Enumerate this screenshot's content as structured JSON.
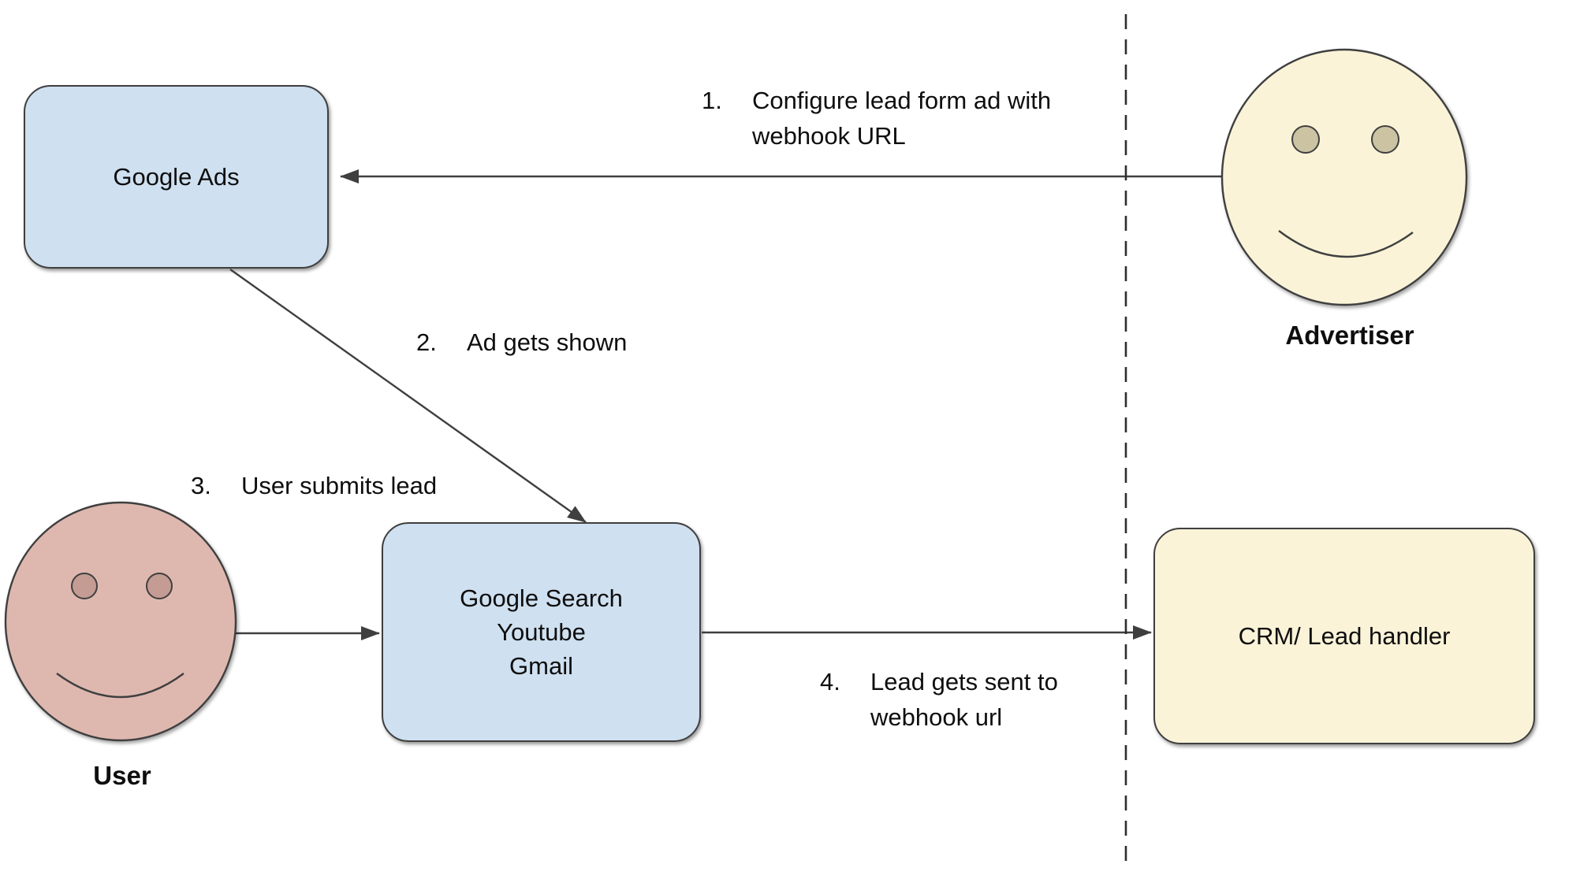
{
  "diagram": {
    "title_implicit": "Google Ads lead form webhook flow",
    "colors": {
      "background": "#ffffff",
      "node_blue_fill": "#cfe0f0",
      "node_yellow_fill": "#faf3d8",
      "user_face_fill": "#deb8af",
      "user_eye_fill": "#c49c93",
      "advertiser_eye_fill": "#cbc3a2",
      "stroke": "#3f3f3f",
      "text": "#0e0e0e"
    }
  },
  "nodes": {
    "google_ads": {
      "label": "Google Ads"
    },
    "surfaces": {
      "lines": [
        "Google Search",
        "Youtube",
        "Gmail"
      ]
    },
    "crm": {
      "label": "CRM/ Lead handler"
    }
  },
  "actors": {
    "advertiser": {
      "label": "Advertiser"
    },
    "user": {
      "label": "User"
    }
  },
  "steps": [
    {
      "number": "1.",
      "lines": [
        "Configure lead form ad with",
        "webhook URL"
      ]
    },
    {
      "number": "2.",
      "lines": [
        "Ad gets shown"
      ]
    },
    {
      "number": "3.",
      "lines": [
        "User submits lead"
      ]
    },
    {
      "number": "4.",
      "lines": [
        "Lead gets sent to",
        "webhook url"
      ]
    }
  ]
}
